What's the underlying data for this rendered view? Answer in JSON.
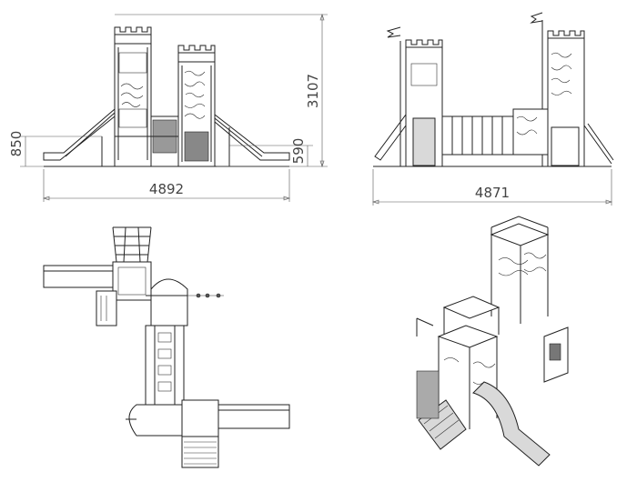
{
  "dimensions": {
    "front_width": "4892",
    "side_width": "4871",
    "total_height": "3107",
    "left_platform_height": "850",
    "right_platform_height": "590"
  }
}
